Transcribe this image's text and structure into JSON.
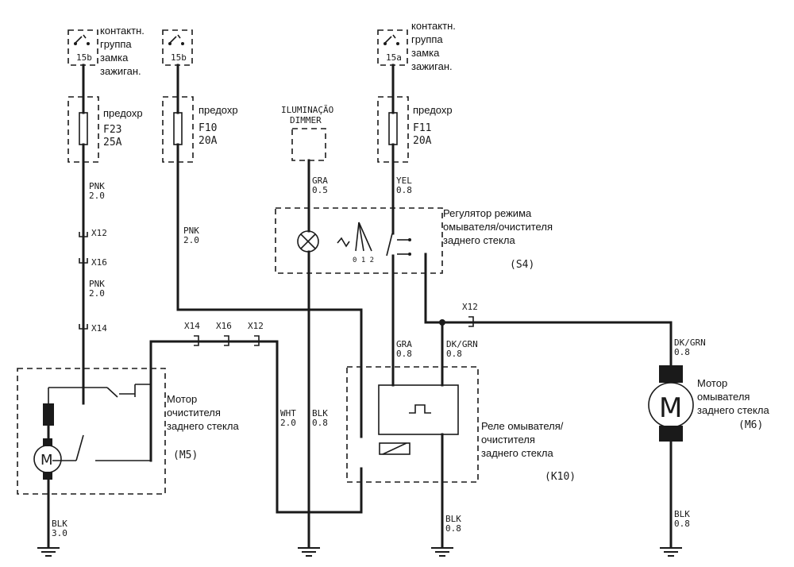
{
  "ignition": {
    "left": {
      "icon": "key-switch-icon",
      "label": "15b",
      "text": "контактн.\nгруппа\nзамка\nзажиган."
    },
    "mid": {
      "icon": "key-switch-icon",
      "label": "15b"
    },
    "right": {
      "icon": "key-switch-icon",
      "label": "15a",
      "text": "контактн.\nгруппа\nзамка\nзажиган."
    }
  },
  "fuses": {
    "f23": {
      "title": "предохр",
      "id": "F23",
      "rating": "25A"
    },
    "f10": {
      "title": "предохр",
      "id": "F10",
      "rating": "20A"
    },
    "f11": {
      "title": "предохр",
      "id": "F11",
      "rating": "20A"
    }
  },
  "dimmer": {
    "line1": "ILUMINAÇÃO",
    "line2": "DIMMER"
  },
  "wires": {
    "pnk_a": {
      "color": "PNK",
      "size": "2.0"
    },
    "pnk_b": {
      "color": "PNK",
      "size": "2.0"
    },
    "pnk_c": {
      "color": "PNK",
      "size": "2.0"
    },
    "gra_top": {
      "color": "GRA",
      "size": "0.5"
    },
    "yel": {
      "color": "YEL",
      "size": "0.8"
    },
    "gra_mid": {
      "color": "GRA",
      "size": "0.8"
    },
    "dkgrn_mid": {
      "color": "DK/GRN",
      "size": "0.8"
    },
    "dkgrn_right": {
      "color": "DK/GRN",
      "size": "0.8"
    },
    "wht": {
      "color": "WHT",
      "size": "2.0"
    },
    "blk_mid": {
      "color": "BLK",
      "size": "0.8"
    },
    "blk_left": {
      "color": "BLK",
      "size": "3.0"
    },
    "blk_relay": {
      "color": "BLK",
      "size": "0.8"
    },
    "blk_right": {
      "color": "BLK",
      "size": "0.8"
    }
  },
  "connectors": {
    "x12_a": "X12",
    "x16_a": "X16",
    "x14_a": "X14",
    "x14_b": "X14",
    "x16_b": "X16",
    "x12_b": "X12",
    "x12_c": "X12"
  },
  "components": {
    "s4": {
      "text": "Регулятор режима\nомывателя/очистителя\nзаднего стекла",
      "code": "(S4)",
      "positions": "0 1 2"
    },
    "m5": {
      "text": "Мотор\nочистителя\nзаднего стекла",
      "code": "(M5)",
      "motor": "M"
    },
    "k10": {
      "text": "Реле омывателя/\nочистителя\nзаднего стекла",
      "code": "(K10)"
    },
    "m6": {
      "text": "Мотор\nомывателя\nзаднего стекла",
      "code": "(M6)",
      "motor": "M"
    }
  },
  "colors": {
    "line": "#1a1a1a",
    "background": "#ffffff"
  }
}
